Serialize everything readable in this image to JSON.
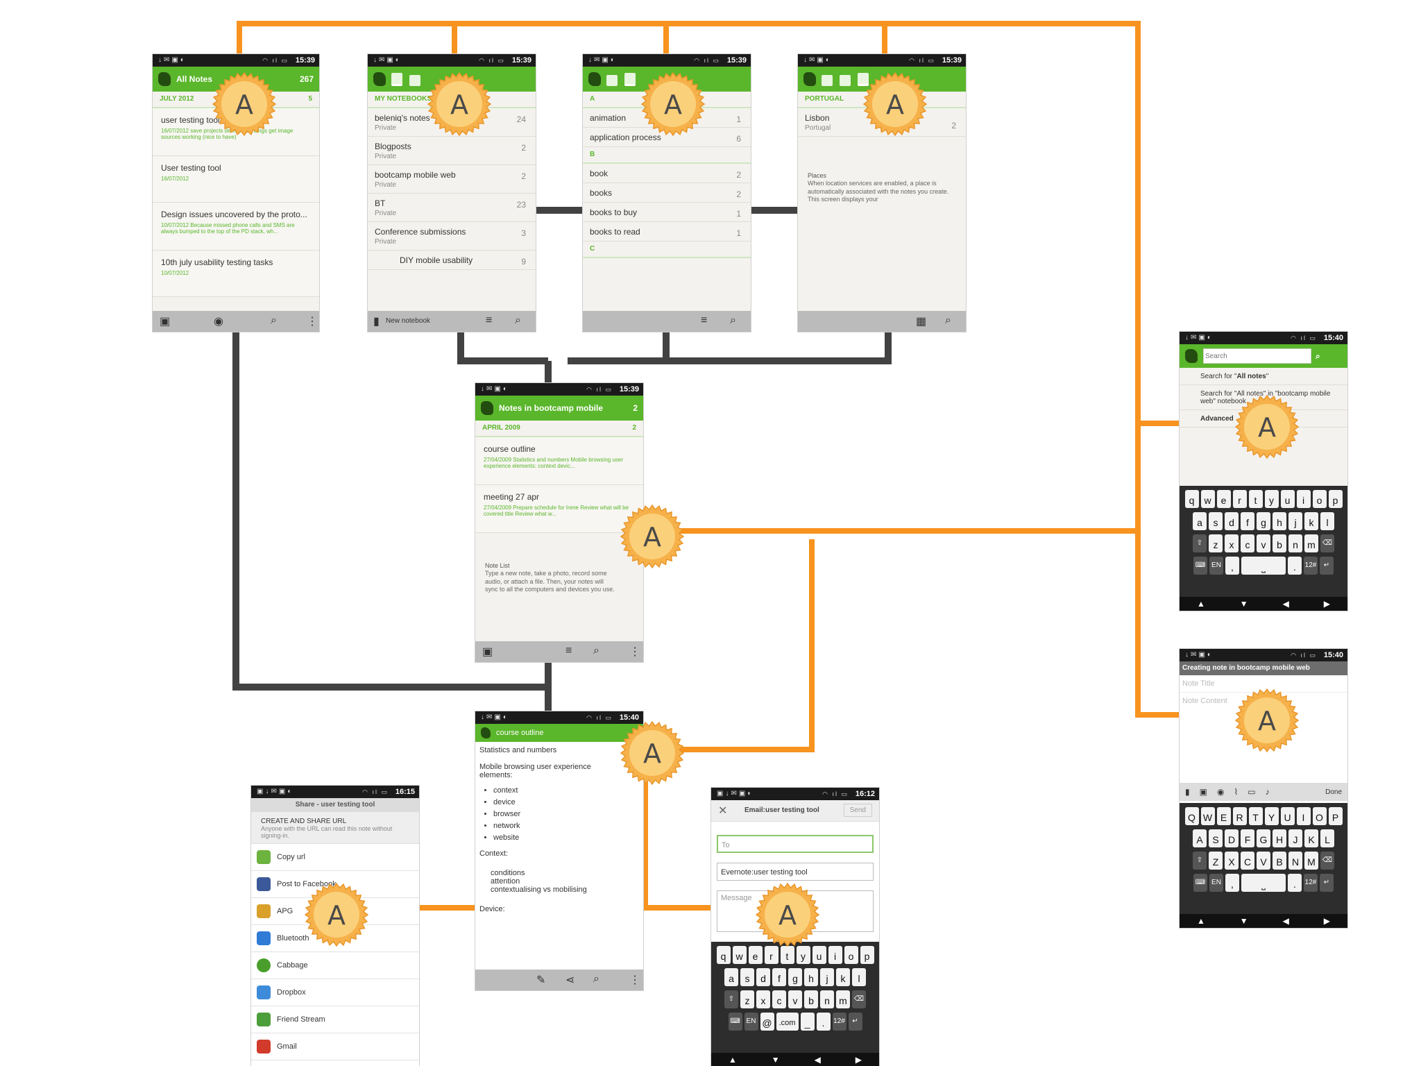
{
  "colors": {
    "accent": "#f7931e",
    "arrow": "#424242",
    "brand": "#5ab62b",
    "badge": "#fbbf55"
  },
  "badge_label": "A",
  "status": {
    "t1539": "15:39",
    "t1540": "15:40",
    "t1615": "16:15",
    "t1612": "16:12"
  },
  "all_notes": {
    "title": "All Notes",
    "count": "267",
    "section": "JULY 2012",
    "section_count": "5",
    "notes": [
      {
        "title": "user testing tool",
        "date": "16/07/2012",
        "snippet": "save projects   delete recordings   get image sources working (nice to have)"
      },
      {
        "title": "User testing tool",
        "date": "16/07/2012",
        "snippet": ""
      },
      {
        "title": "Design issues uncovered by the proto...",
        "date": "10/07/2012",
        "snippet": "Because missed phone calls and SMS are always bumped to the top of the PD stack, wh..."
      },
      {
        "title": "10th july usability testing tasks",
        "date": "10/07/2012",
        "snippet": ""
      }
    ]
  },
  "notebooks": {
    "section": "MY NOTEBOOKS",
    "items": [
      {
        "name": "beleniq's notes",
        "sub": "Private",
        "count": "24"
      },
      {
        "name": "Blogposts",
        "sub": "Private",
        "count": "2"
      },
      {
        "name": "bootcamp mobile web",
        "sub": "Private",
        "count": "2"
      },
      {
        "name": "BT",
        "sub": "Private",
        "count": "23"
      },
      {
        "name": "Conference submissions",
        "sub": "Private",
        "count": "3"
      },
      {
        "name": "DIY mobile usability",
        "sub": "",
        "count": "9"
      }
    ],
    "new_label": "New notebook"
  },
  "tags": {
    "section_a": "A",
    "section_b": "B",
    "section_c": "C",
    "items_a": [
      {
        "name": "animation",
        "count": "1"
      },
      {
        "name": "application process",
        "count": "6"
      }
    ],
    "items_b": [
      {
        "name": "book",
        "count": "2"
      },
      {
        "name": "books",
        "count": "2"
      },
      {
        "name": "books to buy",
        "count": "1"
      },
      {
        "name": "books to read",
        "count": "1"
      }
    ]
  },
  "places": {
    "section": "PORTUGAL",
    "place": "Lisbon",
    "place_sub": "Portugal",
    "count": "2",
    "info_title": "Places",
    "info_text": "When location services are enabled, a place is automatically associated with the notes you create. This screen displays your"
  },
  "notebook_notes": {
    "title": "Notes in bootcamp mobile",
    "count": "2",
    "section": "APRIL 2009",
    "section_count": "2",
    "notes": [
      {
        "title": "course outline",
        "date": "27/04/2009",
        "snippet": "Statistics and numbers Mobile browsing user experience elements: context devic..."
      },
      {
        "title": "meeting 27 apr",
        "date": "27/04/2009",
        "snippet": "Prepare schedule for Irene Review what will be covered title Review what w..."
      }
    ],
    "info_title": "Note List",
    "info_text": "Type a new note, take a photo, record some audio, or attach a file. Then, your notes will sync to all the computers and devices you use."
  },
  "note_view": {
    "title": "course outline",
    "lines": [
      "Statistics and numbers",
      "",
      "Mobile browsing user experience",
      "elements:"
    ],
    "bullets": [
      "context",
      "device",
      "browser",
      "network",
      "website"
    ],
    "context_label": "Context:",
    "context_items": [
      "conditions",
      "attention",
      "contextualising vs mobilising"
    ],
    "device_label": "Device:"
  },
  "search": {
    "placeholder": "Search",
    "opt1_pre": "Search for \"",
    "opt1_bold": "All notes",
    "opt1_post": "\"",
    "opt2": "Search for \"All notes\" in \"bootcamp mobile web\" notebook",
    "opt3": "Advanced"
  },
  "create_note": {
    "title": "Creating note in bootcamp mobile web",
    "title_ph": "Note Title",
    "content_ph": "Note Content",
    "done": "Done"
  },
  "share": {
    "title": "Share - user testing tool",
    "create_title": "CREATE AND SHARE URL",
    "create_text": "Anyone with the URL can read this note without signing-in.",
    "items": [
      {
        "label": "Copy url",
        "color": "#6cb33f"
      },
      {
        "label": "Post to Facebook",
        "color": "#3b5998"
      },
      {
        "label": "APG",
        "color": "#d9a02a"
      },
      {
        "label": "Bluetooth",
        "color": "#2f7bd6"
      },
      {
        "label": "Cabbage",
        "color": "#4a9e2c"
      },
      {
        "label": "Dropbox",
        "color": "#3d8bd9"
      },
      {
        "label": "Friend Stream",
        "color": "#4c9e3a"
      },
      {
        "label": "Gmail",
        "color": "#d23b2b"
      }
    ]
  },
  "email": {
    "title": "Email:user testing tool",
    "send": "Send",
    "to_ph": "To",
    "subject": "Evernote:user testing tool",
    "message_ph": "Message"
  },
  "keyboard": {
    "row1": [
      "q",
      "w",
      "e",
      "r",
      "t",
      "y",
      "u",
      "i",
      "o",
      "p"
    ],
    "row2": [
      "a",
      "s",
      "d",
      "f",
      "g",
      "h",
      "j",
      "k",
      "l"
    ],
    "row3": [
      "z",
      "x",
      "c",
      "v",
      "b",
      "n",
      "m"
    ],
    "row1u": [
      "Q",
      "W",
      "E",
      "R",
      "T",
      "Y",
      "U",
      "I",
      "O",
      "P"
    ],
    "row2u": [
      "A",
      "S",
      "D",
      "F",
      "G",
      "H",
      "J",
      "K",
      "L"
    ],
    "row3u": [
      "Z",
      "X",
      "C",
      "V",
      "B",
      "N",
      "M"
    ],
    "lang": "EN",
    "sym": "12#",
    "com": ".com"
  }
}
